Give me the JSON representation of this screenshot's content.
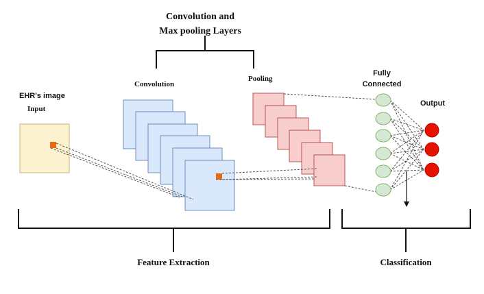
{
  "title": {
    "line1": "Convolution and",
    "line2": "Max pooling Layers"
  },
  "labels": {
    "ehr_image": "EHR's image",
    "input": "Input",
    "convolution": "Convolution",
    "pooling": "Pooling",
    "fully_connected_line1": "Fully",
    "fully_connected_line2": "Connected",
    "output": "Output",
    "feature_extraction": "Feature Extraction",
    "classification": "Classification"
  },
  "colors": {
    "input_fill": "#fdf2cf",
    "input_stroke": "#c9b57a",
    "conv_fill": "#dae8fc",
    "conv_stroke": "#6c8ebf",
    "pool_fill": "#f8cecc",
    "pool_stroke": "#b85450",
    "fc_fill": "#d5e8d4",
    "fc_stroke": "#82b366",
    "output_fill": "#e51400",
    "output_stroke": "#b20000",
    "kernel": "#e86a10"
  },
  "structure": {
    "conv_feature_maps": 6,
    "pool_feature_maps": 6,
    "fully_connected_nodes": 6,
    "output_nodes": 3
  }
}
